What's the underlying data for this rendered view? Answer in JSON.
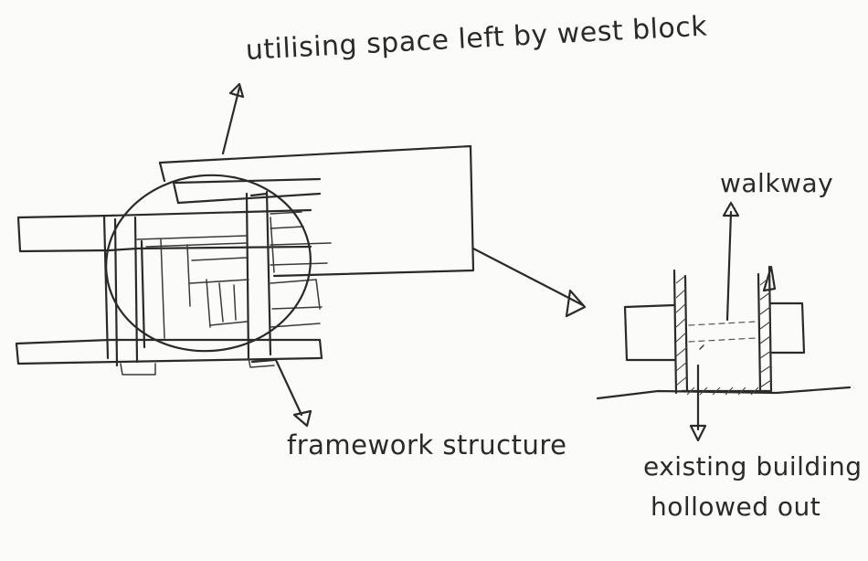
{
  "labels": {
    "utilising": "utilising space left by west block",
    "walkway": "walkway",
    "framework": "framework structure",
    "existing_line1": "existing building",
    "existing_line2": "hollowed out"
  },
  "colors": {
    "ink": "#2a2a2a",
    "paper": "#fbfbf9"
  }
}
